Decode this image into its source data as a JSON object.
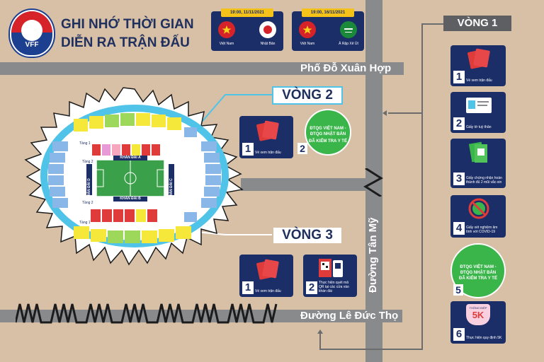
{
  "header": {
    "title_line1": "GHI NHỚ THỜI GIAN",
    "title_line2": "DIỄN RA TRẬN ĐẤU",
    "logo_text": "VFF"
  },
  "matches": [
    {
      "date": "19:00, 11/11/2021",
      "team1": "Việt Nam",
      "team2": "Nhật Bản"
    },
    {
      "date": "19:00, 16/11/2021",
      "team1": "Việt Nam",
      "team2": "Ả Rập Xê Út"
    }
  ],
  "roads": {
    "xuan_hop": "Phố Đỗ Xuân Hợp",
    "tan_my": "Đường Tân Mỹ",
    "le_duc_tho": "Đường Lê Đức Thọ"
  },
  "rings": {
    "vong1": "VÒNG 1",
    "vong2": "VÒNG 2",
    "vong3": "VÒNG 3"
  },
  "vong1_steps": [
    {
      "num": "1",
      "caption": "Vé xem trận đấu"
    },
    {
      "num": "2",
      "caption": "Giấy tờ tuỳ thân"
    },
    {
      "num": "3",
      "caption": "Giấy chứng nhận hoàn thành đủ 2 mũi vắc-xin"
    },
    {
      "num": "4",
      "caption": "Giấy xét nghiệm âm tính với COVID-19"
    },
    {
      "num": "5",
      "caption": "ĐÃ KIỂM TRA Y TẾ"
    },
    {
      "num": "6",
      "caption": "Thực hiện quy định 5K"
    }
  ],
  "vong2_steps": [
    {
      "num": "1",
      "caption": "Vé xem trận đấu"
    },
    {
      "num": "2",
      "caption": "ĐÃ KIỂM TRA Y TẾ"
    }
  ],
  "vong3_steps": [
    {
      "num": "1",
      "caption": "Vé xem trận đấu"
    },
    {
      "num": "2",
      "caption": "Thực hiện quét mã QR tại các cửa vào khán đài"
    }
  ],
  "badge": {
    "match_line": "ĐTQG VIỆT NAM - ĐTQG NHẬT BẢN",
    "check_line": "ĐÃ KIỂM TRA Y TẾ"
  },
  "five_k": {
    "label": "THÔNG ĐIỆP",
    "value": "5K"
  },
  "stadium": {
    "stand_a": "KHÁN ĐÀI A",
    "stand_b": "KHÁN ĐÀI B",
    "stand_c": "KHÁN ĐÀI C",
    "stand_d": "KHÁN ĐÀI D",
    "floor1_top": "Tầng 1",
    "floor2_top": "Tầng 2",
    "floor2_bottom": "Tầng 2",
    "floor1_bottom": "Tầng 1"
  },
  "colors": {
    "navy": "#1c2e68",
    "road": "#888a8c",
    "background": "#d8c0a6",
    "ring": "#4fc3e8",
    "green": "#39b54a"
  }
}
